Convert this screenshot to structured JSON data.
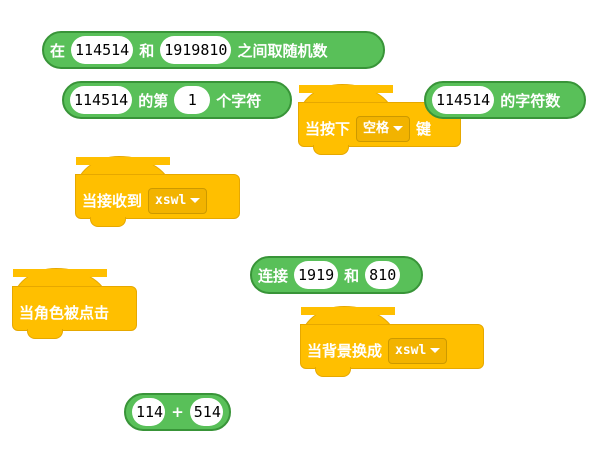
{
  "blocks": {
    "random": {
      "prefix": "在",
      "from": "114514",
      "and": "和",
      "to": "1919810",
      "suffix": "之间取随机数"
    },
    "letter_of": {
      "text": "114514",
      "mid": "的第",
      "index": "1",
      "suffix": "个字符"
    },
    "key_pressed": {
      "prefix": "当按下",
      "key": "空格",
      "suffix": "键"
    },
    "length_of": {
      "text": "114514",
      "suffix": "的字符数"
    },
    "broadcast_received": {
      "prefix": "当接收到",
      "message": "xswl"
    },
    "sprite_clicked": {
      "label": "当角色被点击"
    },
    "join": {
      "prefix": "连接",
      "a": "1919",
      "and": "和",
      "b": "810"
    },
    "backdrop_switch": {
      "prefix": "当背景换成",
      "backdrop": "xswl"
    },
    "add": {
      "a": "114",
      "op": "+",
      "b": "514"
    }
  },
  "colors": {
    "operators": "#59C059",
    "events": "#FFBF00"
  }
}
